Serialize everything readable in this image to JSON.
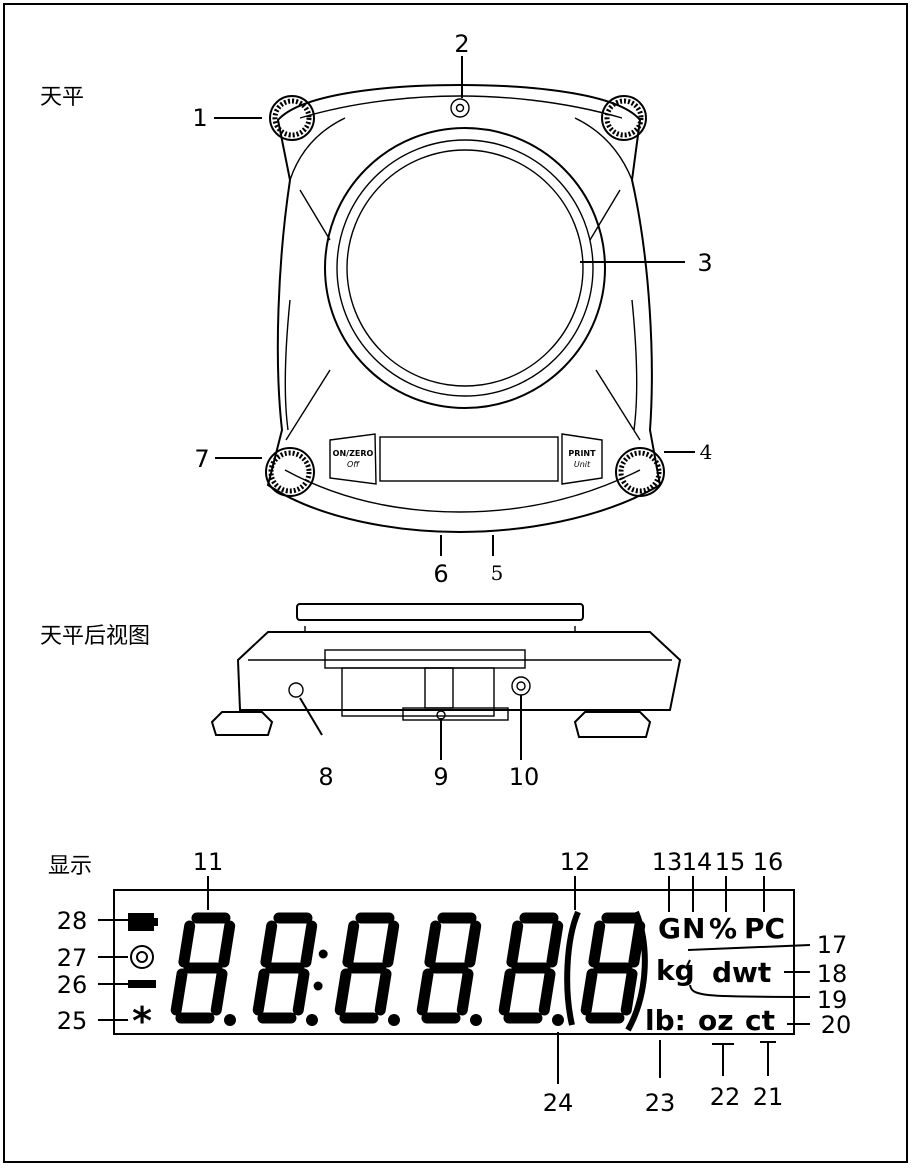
{
  "sections": {
    "balance": "天平",
    "rear_view": "天平后视图",
    "display": "显示"
  },
  "balance_labels": {
    "1": "1",
    "2": "2",
    "3": "3",
    "4": "4",
    "5": "5",
    "6": "6",
    "7": "7"
  },
  "rear_labels": {
    "8": "8",
    "9": "9",
    "10": "10"
  },
  "display_labels": {
    "11": "11",
    "12": "12",
    "13": "13",
    "14": "14",
    "15": "15",
    "16": "16",
    "17": "17",
    "18": "18",
    "19": "19",
    "20": "20",
    "21": "21",
    "22": "22",
    "23": "23",
    "24": "24",
    "25": "25",
    "26": "26",
    "27": "27",
    "28": "28"
  },
  "buttons": {
    "left_line1": "ON/ZERO",
    "left_line2": "Off",
    "right_line1": "PRINT",
    "right_line2": "Unit"
  },
  "lcd_units": {
    "g": "G",
    "n": "N",
    "percent": "%",
    "pc": "PC",
    "kg": "kg",
    "dwt": "dwt",
    "lb": "lb:",
    "oz": "oz",
    "ct": "ct",
    "star": "*"
  },
  "colors": {
    "ink": "#000000",
    "paper": "#ffffff"
  }
}
